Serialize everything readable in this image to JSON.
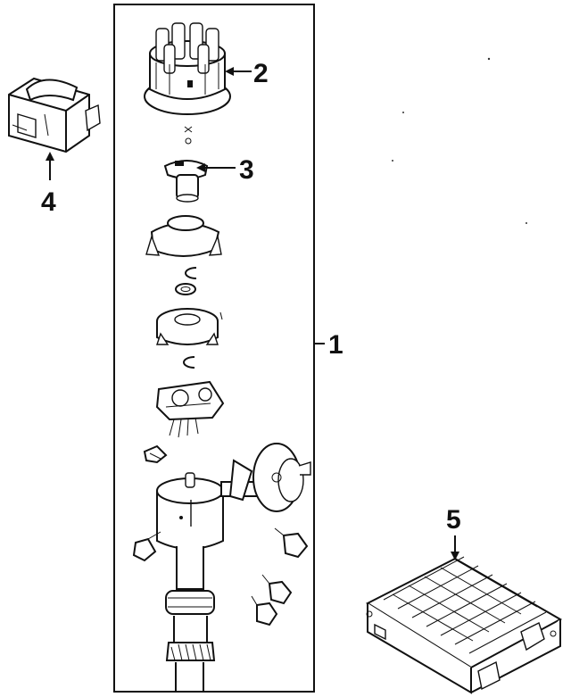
{
  "callouts": {
    "c1": "1",
    "c2": "2",
    "c3": "3",
    "c4": "4",
    "c5": "5"
  },
  "colors": {
    "ink": "#111111",
    "paper": "#ffffff"
  },
  "parts": [
    {
      "callout": "1",
      "name": "distributor-assembly"
    },
    {
      "callout": "2",
      "name": "distributor-cap"
    },
    {
      "callout": "3",
      "name": "rotor"
    },
    {
      "callout": "4",
      "name": "ignition-coil"
    },
    {
      "callout": "5",
      "name": "ignition-control-module"
    }
  ]
}
